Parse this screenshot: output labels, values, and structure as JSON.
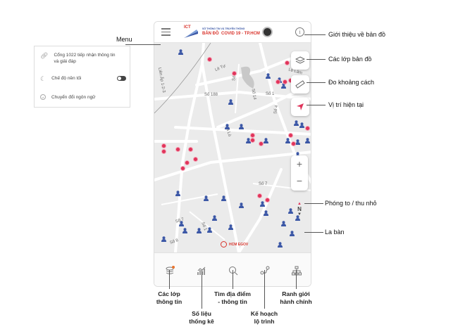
{
  "header": {
    "logo_text": "ICT",
    "subtitle": "SỞ THÔNG TIN VÀ TRUYỀN THÔNG",
    "title": "BẢN ĐỒ  COVID 19 - TP.HCM"
  },
  "menu_popup": {
    "items": [
      {
        "icon": "link-icon",
        "label": "Cổng 1022 tiếp nhận thông tin và giải đáp"
      },
      {
        "icon": "moon-icon",
        "label": "Chế độ nền tối",
        "toggle": false
      },
      {
        "icon": "language-icon",
        "label": "Chuyển đổi ngôn ngữ"
      }
    ]
  },
  "map": {
    "streets": [
      "Lê Tự",
      "Số 1",
      "Số 188",
      "Số 14",
      "Số 1",
      "Số 4",
      "Mã Lò",
      "Số 7",
      "Số 7",
      "Số 1",
      "Số 8",
      "Lê Lâm",
      "Liên Ấp 1-2-3"
    ],
    "watermark": "HCM EGOV",
    "compass_label": "N",
    "zoom_in": "+",
    "zoom_out": "−"
  },
  "callouts": {
    "menu": "Menu",
    "about": "Giới thiệu về bản đồ",
    "layers": "Các lớp bản đồ",
    "measure": "Đo khoảng cách",
    "location": "Vị trí hiện tại",
    "zoom": "Phóng to / thu nhỏ",
    "compass": "La bàn"
  },
  "bottom_nav": [
    {
      "icon": "layers-icon",
      "label": "Các lớp\nthông tin"
    },
    {
      "icon": "stats-icon",
      "label": "Số liệu\nthống kê"
    },
    {
      "icon": "search-icon",
      "label": "Tìm địa điểm\n- thông tin"
    },
    {
      "icon": "route-icon",
      "label": "Kế hoạch\nlộ trình"
    },
    {
      "icon": "hierarchy-icon",
      "label": "Ranh giới\nhành chính"
    }
  ],
  "colors": {
    "accent": "#e0345a",
    "person": "#3b57a6",
    "brand_red": "#d9332b"
  }
}
